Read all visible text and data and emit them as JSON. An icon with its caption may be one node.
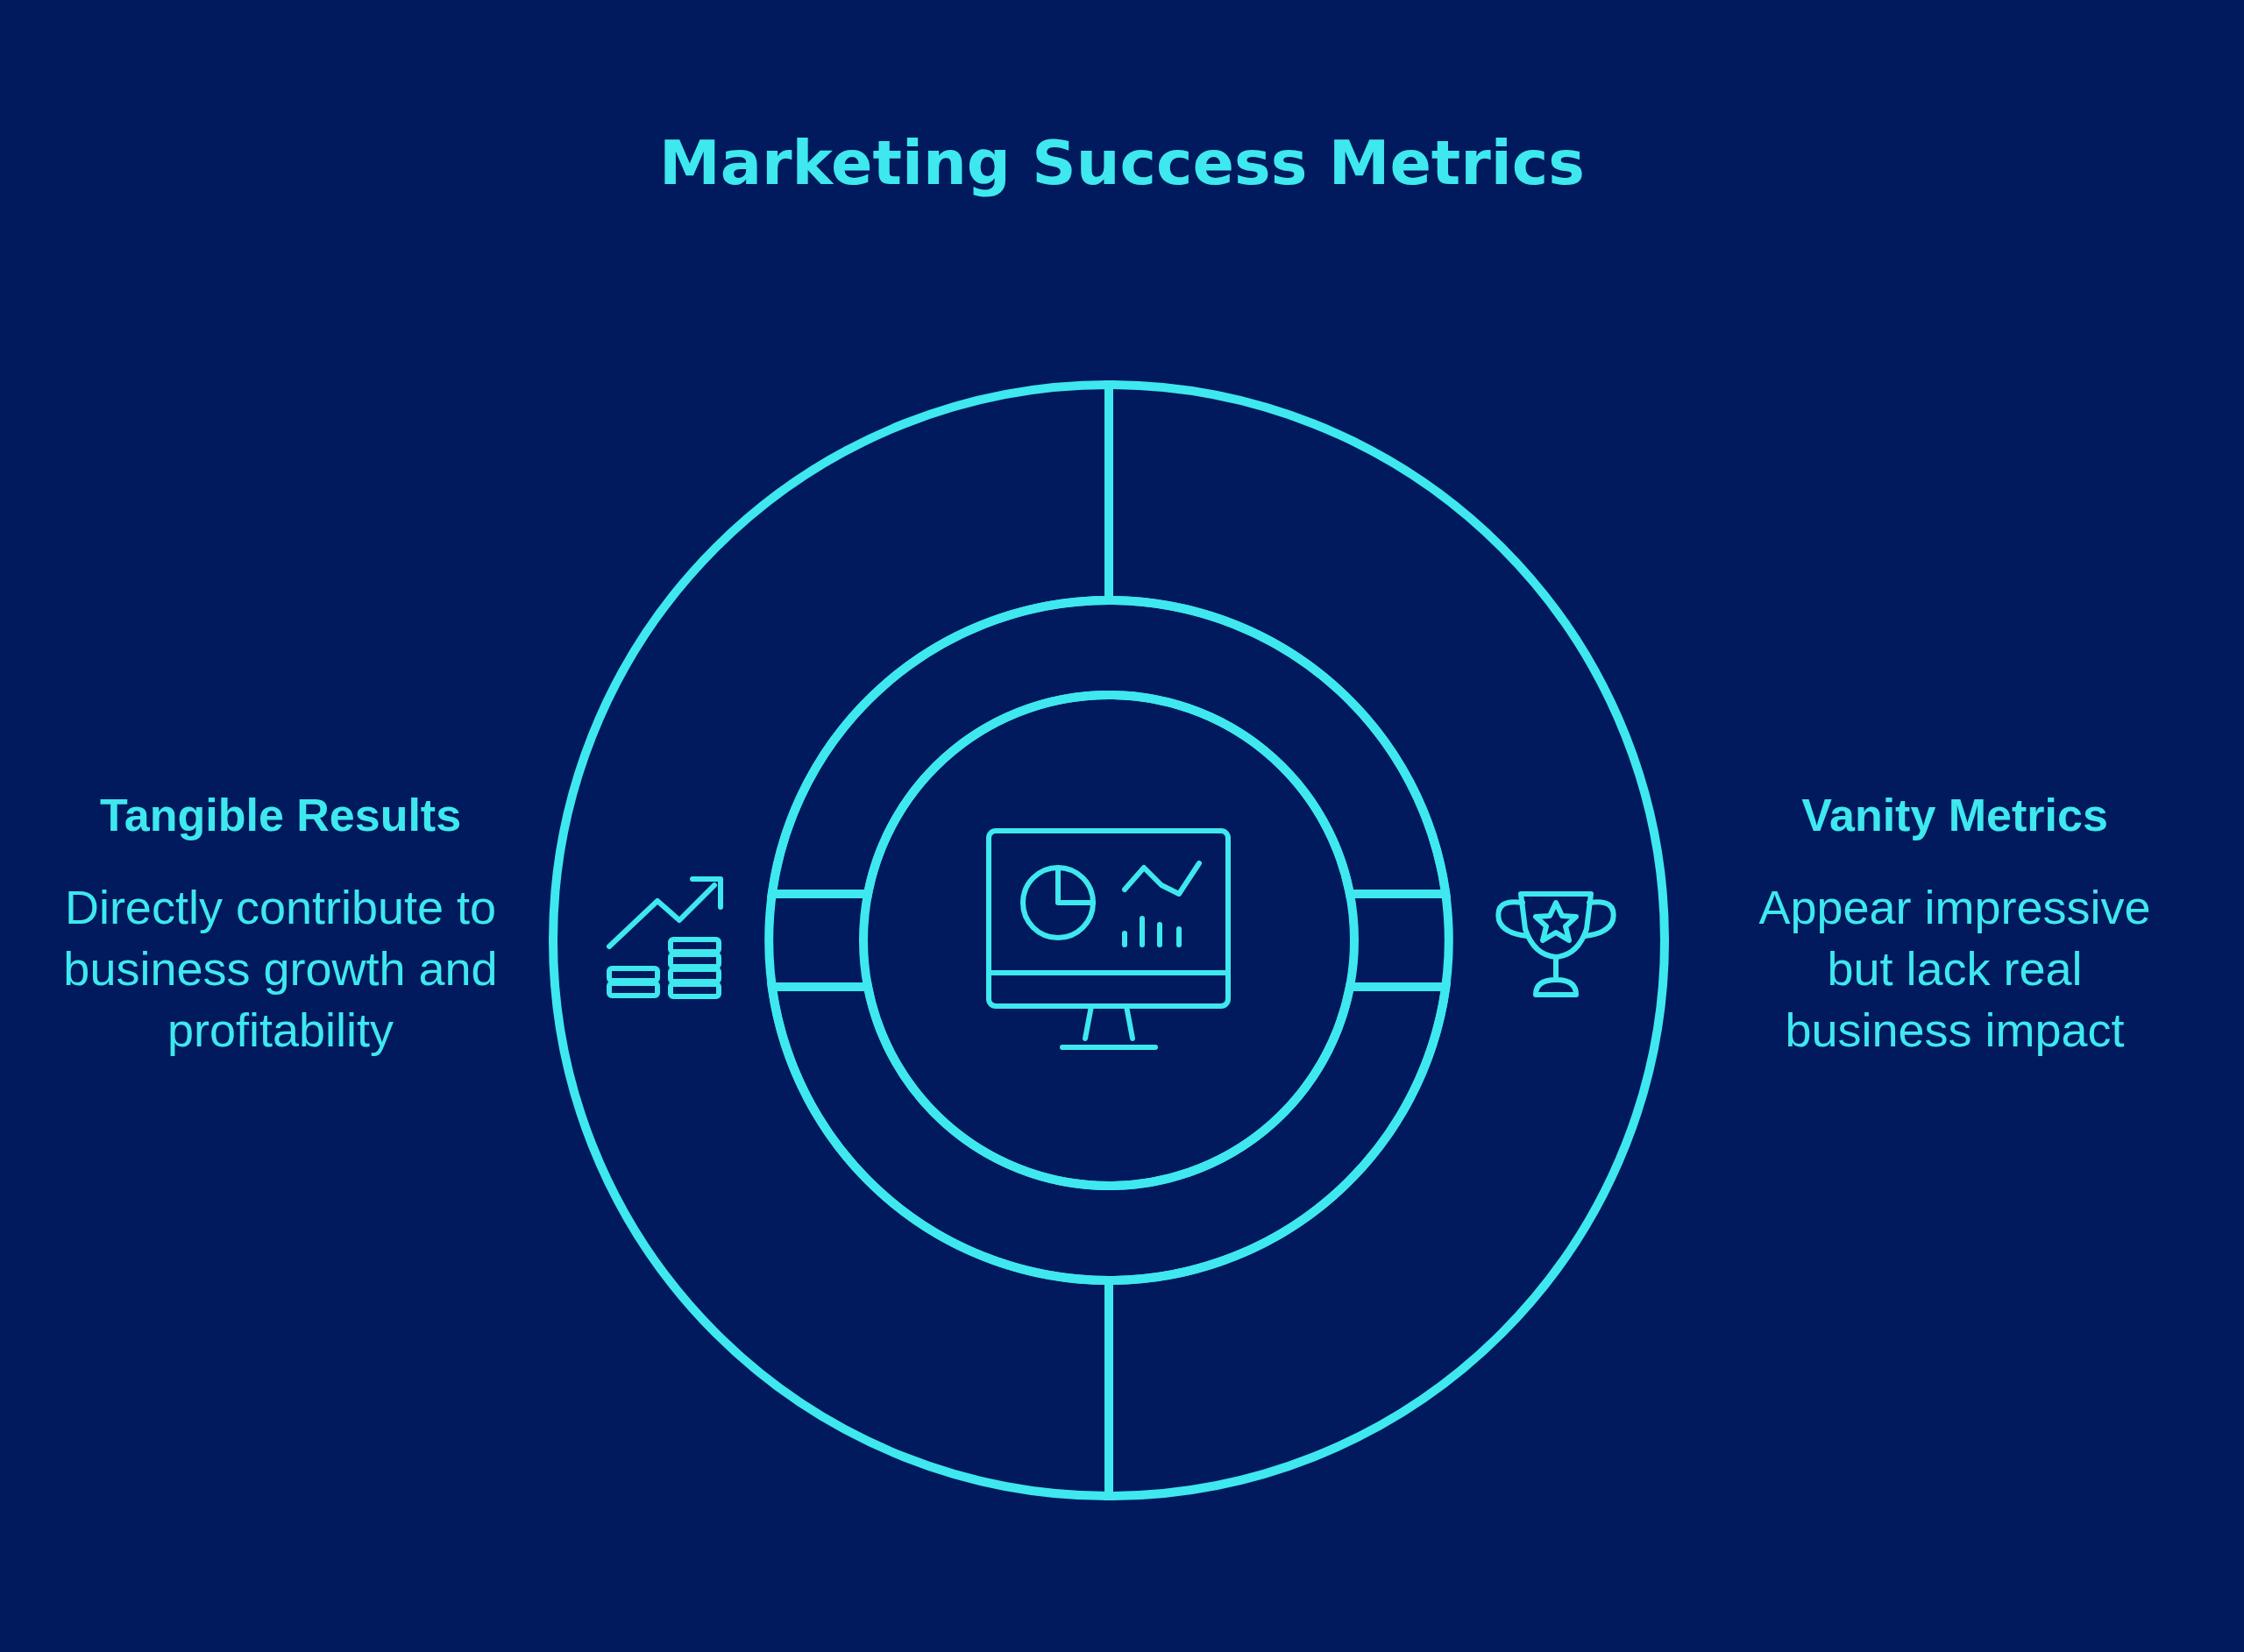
{
  "diagram": {
    "title": "Marketing Success Metrics",
    "nodes": [
      {
        "text": [
          "Tangible Results",
          "Directly contribute to business growth and profitability"
        ]
      },
      {
        "text": [
          "Vanity Metrics",
          "Appear impressive but lack real business impact"
        ]
      },
      {
        "text": [],
        "shape": "circle"
      },
      {
        "text": [],
        "shape": "band"
      },
      {
        "text": [],
        "shape": "band"
      }
    ]
  }
}
